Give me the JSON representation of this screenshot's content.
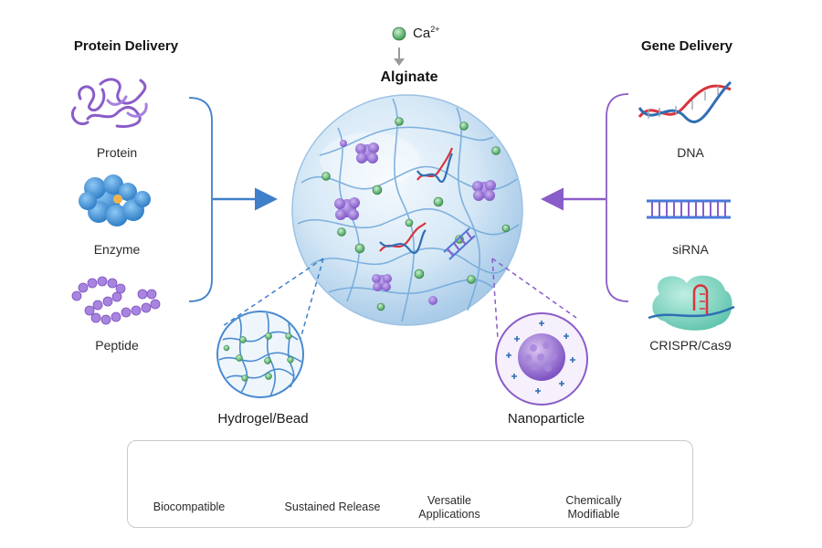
{
  "top": {
    "ion_label": "Ca",
    "ion_charge": "2+",
    "polymer_label": "Alginate"
  },
  "protein_delivery": {
    "heading": "Protein Delivery",
    "items": [
      {
        "label": "Protein",
        "icon": "protein-ribbon-icon"
      },
      {
        "label": "Enzyme",
        "icon": "enzyme-icon"
      },
      {
        "label": "Peptide",
        "icon": "peptide-chain-icon"
      }
    ]
  },
  "gene_delivery": {
    "heading": "Gene Delivery",
    "items": [
      {
        "label": "DNA",
        "icon": "dna-helix-icon"
      },
      {
        "label": "siRNA",
        "icon": "sirna-icon"
      },
      {
        "label": "CRISPR/Cas9",
        "icon": "crispr-cas9-icon"
      }
    ]
  },
  "insets": {
    "hydrogel_label": "Hydrogel/Bead",
    "nanoparticle_label": "Nanoparticle"
  },
  "features": [
    {
      "label": "Biocompatible",
      "icon": "shield-check-icon",
      "color": "#2e9a5e"
    },
    {
      "label": "Sustained Release",
      "icon": "clock-icon",
      "color": "#2f6fb5"
    },
    {
      "label_line1": "Versatile",
      "label_line2": "Applications",
      "icon": "target-icon",
      "color": "#e8782a"
    },
    {
      "label_line1": "Chemically",
      "label_line2": "Modifiable",
      "icon": "polymer-chain-icon",
      "color": "#3f9b4f"
    }
  ],
  "colors": {
    "sphere": "#cfe4f5",
    "protein": "#8a5cc9",
    "enzyme": "#3d8fd6",
    "arrow_left": "#3f7fc9",
    "arrow_right": "#8a5cc9",
    "crosslink": "#6aa84f"
  }
}
